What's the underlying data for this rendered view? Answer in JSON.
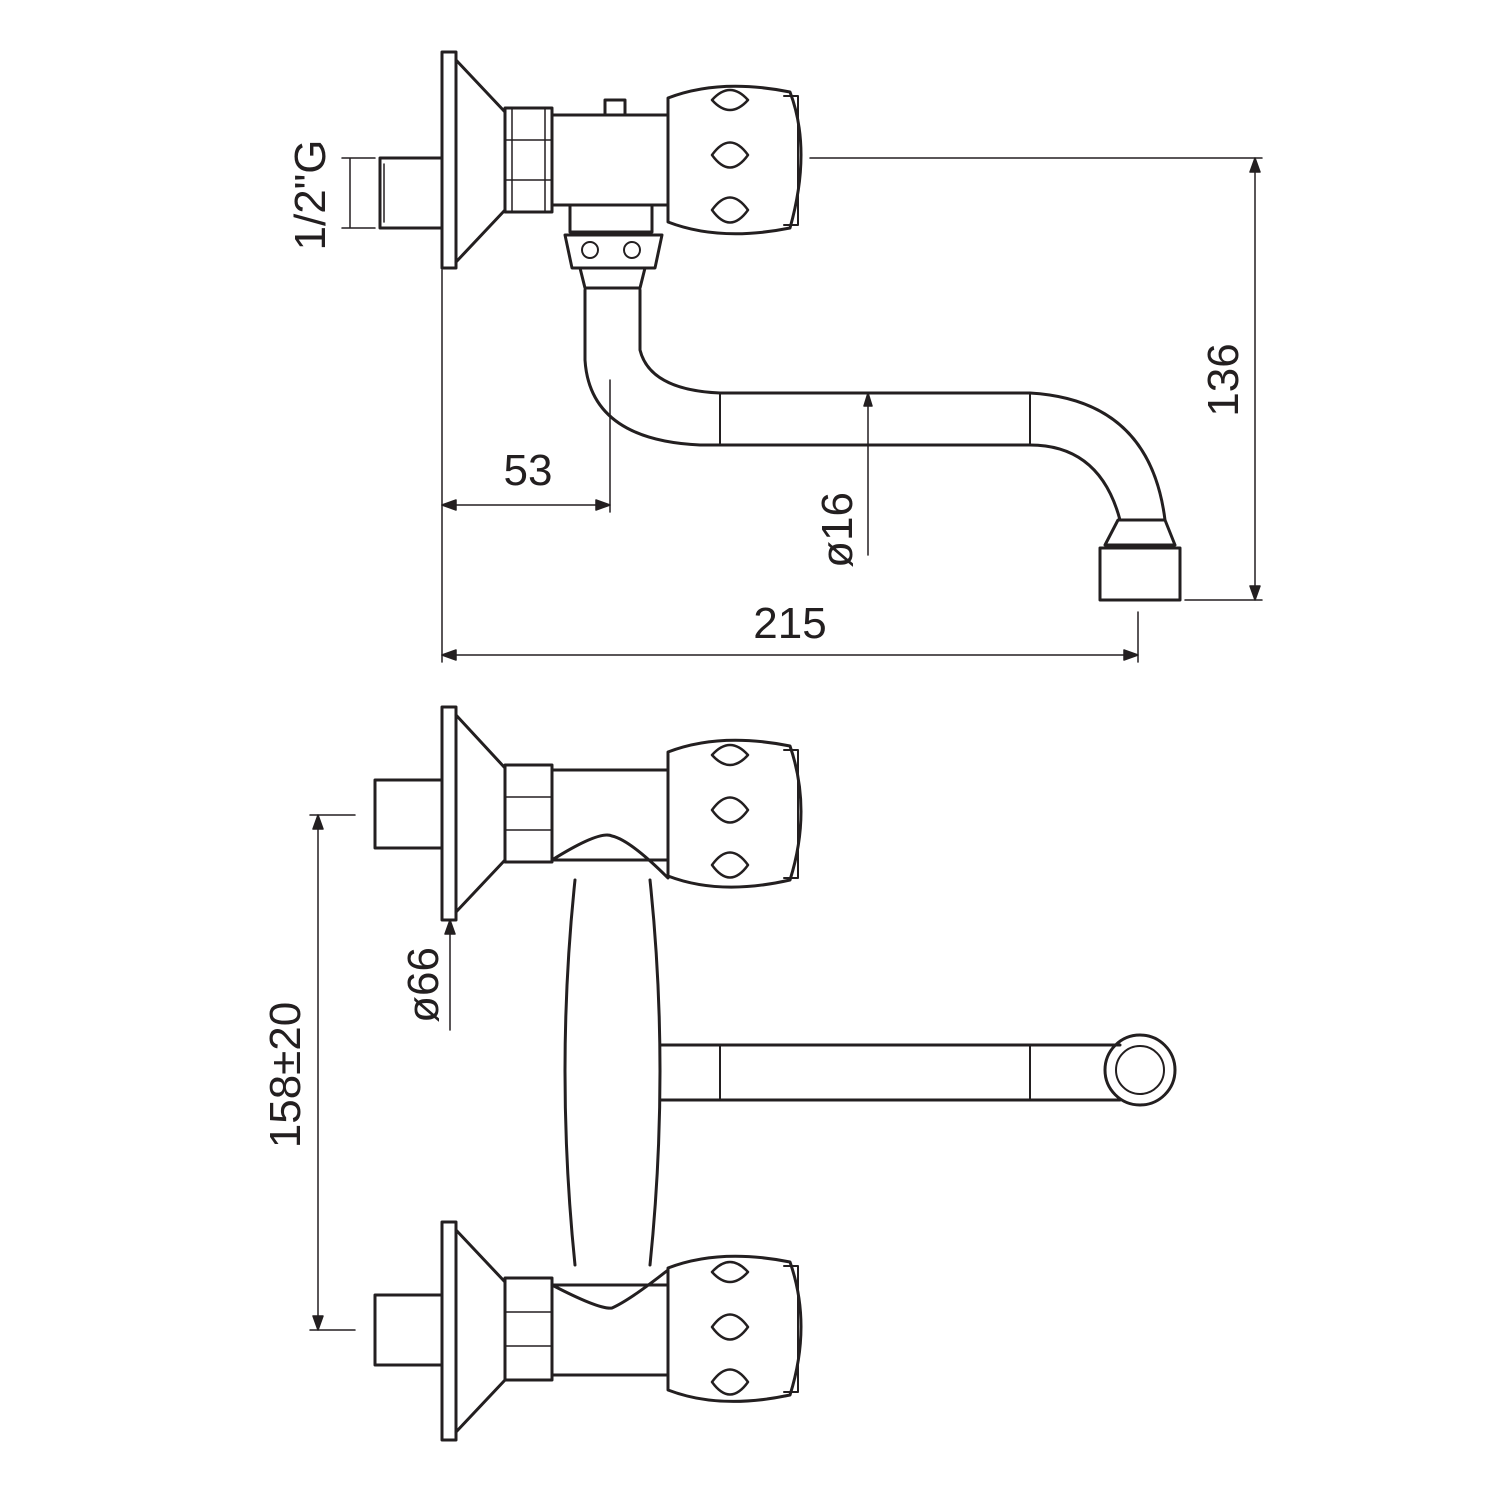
{
  "drawing": {
    "ink_color": "#231f20",
    "background": "#ffffff",
    "side_view": {
      "thread_label": "1/2\"G",
      "wall_to_spout_axis": "53",
      "spout_diameter": "ø16",
      "overall_reach": "215",
      "outlet_height": "136"
    },
    "top_view": {
      "flange_diameter": "ø66",
      "inlet_spacing": "158±20"
    }
  }
}
